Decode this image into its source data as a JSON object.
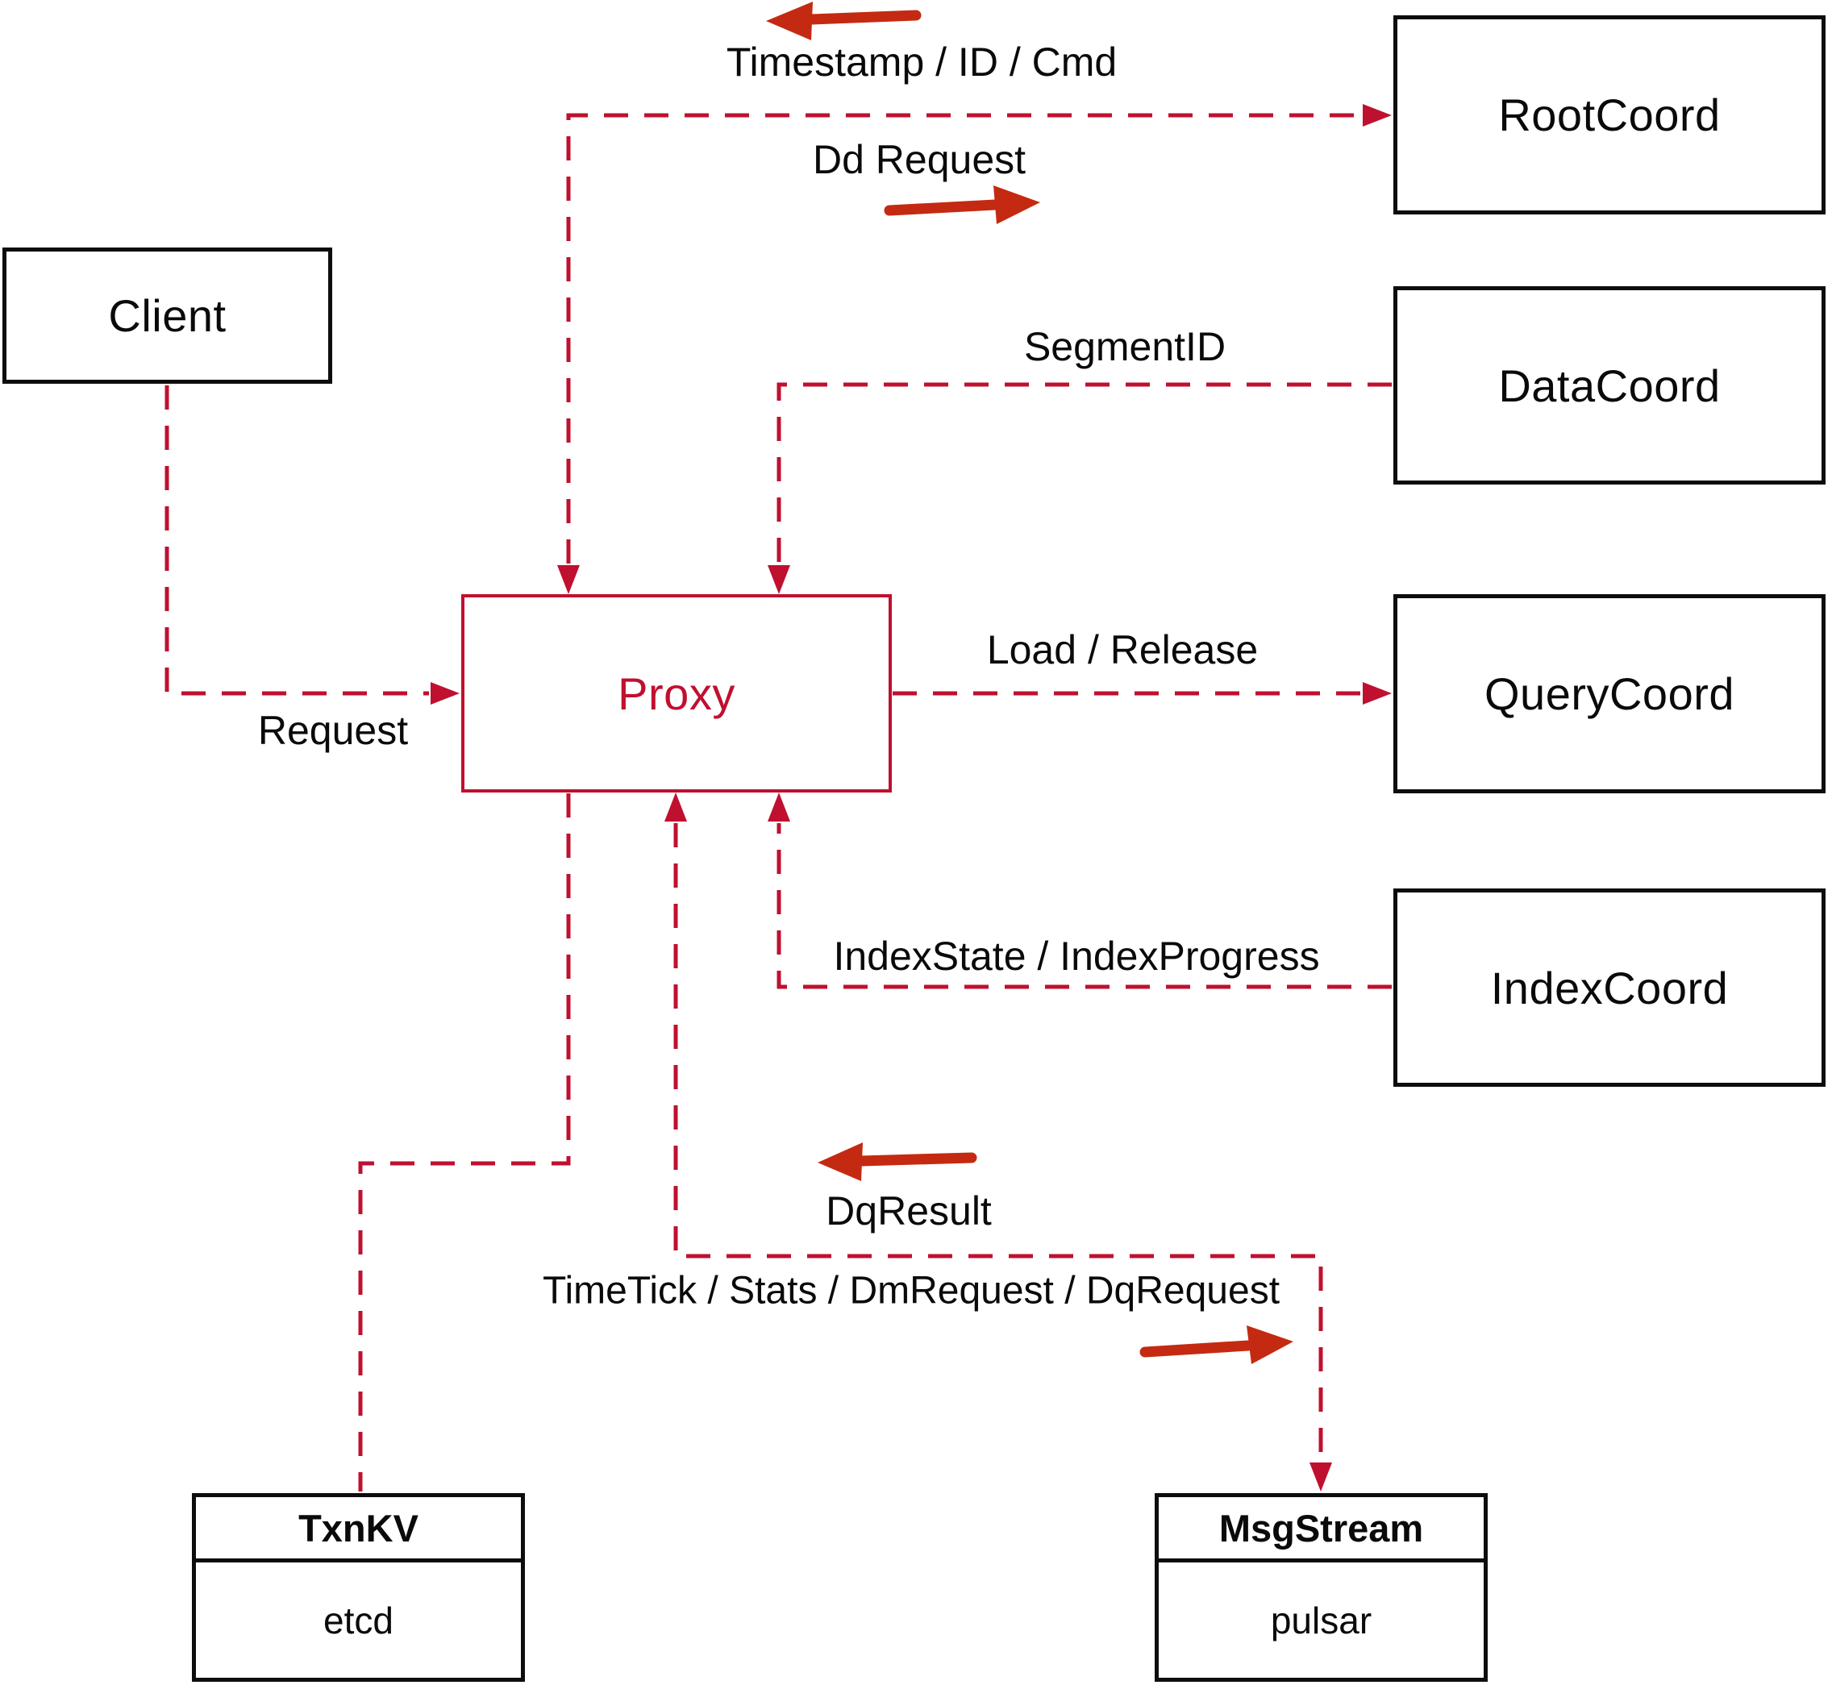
{
  "colors": {
    "line_red": "#c0102f",
    "arrow_red": "#c42a12",
    "box_border": "#0d0d0d",
    "label_text": "#0a0a0a",
    "bg": "#ffffff"
  },
  "nodes": {
    "client": {
      "label": "Client"
    },
    "rootcoord": {
      "label": "RootCoord"
    },
    "datacoord": {
      "label": "DataCoord"
    },
    "querycoord": {
      "label": "QueryCoord"
    },
    "indexcoord": {
      "label": "IndexCoord"
    },
    "proxy": {
      "label": "Proxy"
    },
    "txnkv": {
      "title": "TxnKV",
      "subtitle": "etcd"
    },
    "msgstream": {
      "title": "MsgStream",
      "subtitle": "pulsar"
    }
  },
  "edges": [
    {
      "from": "Proxy",
      "to": "RootCoord",
      "bidirectional": true,
      "label_request": "Dd Request",
      "label_response": "Timestamp / ID / Cmd"
    },
    {
      "from": "DataCoord",
      "to": "Proxy",
      "bidirectional": false,
      "label": "SegmentID"
    },
    {
      "from": "Proxy",
      "to": "QueryCoord",
      "bidirectional": false,
      "label": "Load / Release"
    },
    {
      "from": "IndexCoord",
      "to": "Proxy",
      "bidirectional": false,
      "label": "IndexState / IndexProgress"
    },
    {
      "from": "Client",
      "to": "Proxy",
      "bidirectional": false,
      "label": "Request"
    },
    {
      "from": "Proxy",
      "to": "TxnKV",
      "bidirectional": false,
      "label": ""
    },
    {
      "from": "Proxy",
      "to": "MsgStream",
      "bidirectional": true,
      "label_request": "TimeTick / Stats / DmRequest / DqRequest",
      "label_response": "DqResult"
    }
  ]
}
